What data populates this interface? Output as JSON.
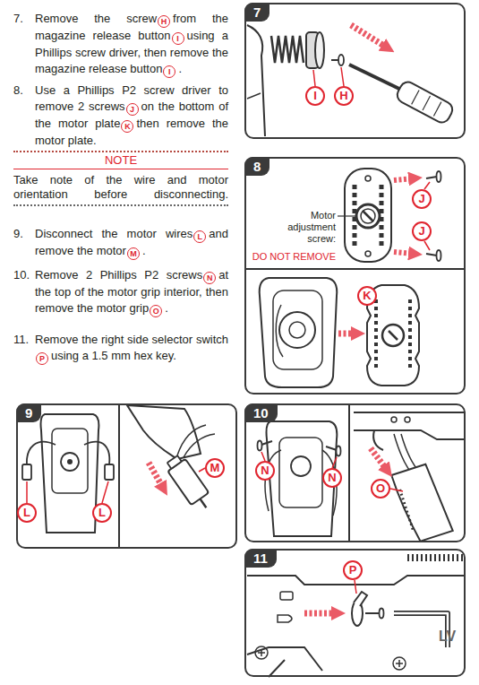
{
  "diagram": {
    "nodes": [
      {
        "text": [
          "7"
        ]
      },
      {
        "text": [
          "I"
        ],
        "in": 0
      },
      {
        "text": [
          "H"
        ],
        "in": 0
      },
      {
        "text": [
          "8"
        ]
      },
      {
        "text": [
          "J"
        ],
        "in": 3
      },
      {
        "text": [
          "J"
        ],
        "in": 3
      },
      {
        "text": [
          "K"
        ],
        "in": 3
      },
      {
        "text": [
          "9"
        ]
      },
      {
        "text": [
          "L"
        ],
        "in": 7
      },
      {
        "text": [
          "L"
        ],
        "in": 7
      },
      {
        "text": [
          "M"
        ],
        "in": 7
      },
      {
        "text": [
          "10"
        ]
      },
      {
        "text": [
          "N"
        ],
        "in": 11
      },
      {
        "text": [
          "N"
        ],
        "in": 11
      },
      {
        "text": [
          "O"
        ],
        "in": 11
      },
      {
        "text": [
          "11"
        ]
      },
      {
        "text": [
          "P"
        ],
        "in": 15
      }
    ],
    "labels": [
      "7.",
      "Remove the screw",
      "H",
      "from the magazine release button",
      "I",
      "using a Phillips screw driver, then remove the magazine release button",
      "I",
      ".",
      "8.",
      "Use a Phillips P2 screw driver to remove 2 screws",
      "J",
      "on the bottom of the motor plate",
      "K",
      "then remove the motor plate.",
      "NOTE",
      "Take note of the wire and motor orientation before disconnecting.",
      "9.",
      "Disconnect the motor wires",
      "L",
      "and remove the motor",
      "M",
      ".",
      "10.",
      "Remove 2 Phillips P2 screws",
      "N",
      "at the top of the motor grip interior, then remove the motor grip",
      "O",
      ".",
      "11.",
      "Remove the right side selector switch",
      "P",
      "using a 1.5 mm hex key.",
      "Motor adjustment screw:",
      "DO NOT REMOVE",
      "LV"
    ]
  }
}
